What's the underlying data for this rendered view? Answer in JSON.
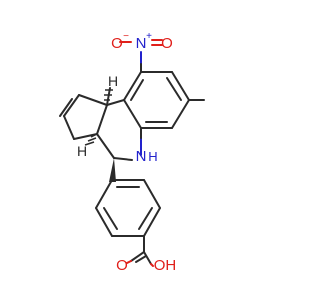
{
  "atoms": {
    "nitro_O_neg": {
      "text": "O",
      "charge": "−",
      "color": "#e0201b"
    },
    "nitro_N": {
      "text": "N",
      "charge": "+",
      "color": "#2222cc"
    },
    "nitro_O": {
      "text": "O",
      "color": "#e0201b"
    },
    "amine_NH": {
      "text": "N",
      "h": "H",
      "color": "#2222cc"
    },
    "acid_O": {
      "text": "O",
      "color": "#e0201b"
    },
    "acid_OH": {
      "text": "OH",
      "color": "#e0201b"
    },
    "stereo_H_1": {
      "text": "H",
      "color": "#2b2b2b"
    },
    "stereo_H_2": {
      "text": "H",
      "color": "#2b2b2b"
    }
  }
}
